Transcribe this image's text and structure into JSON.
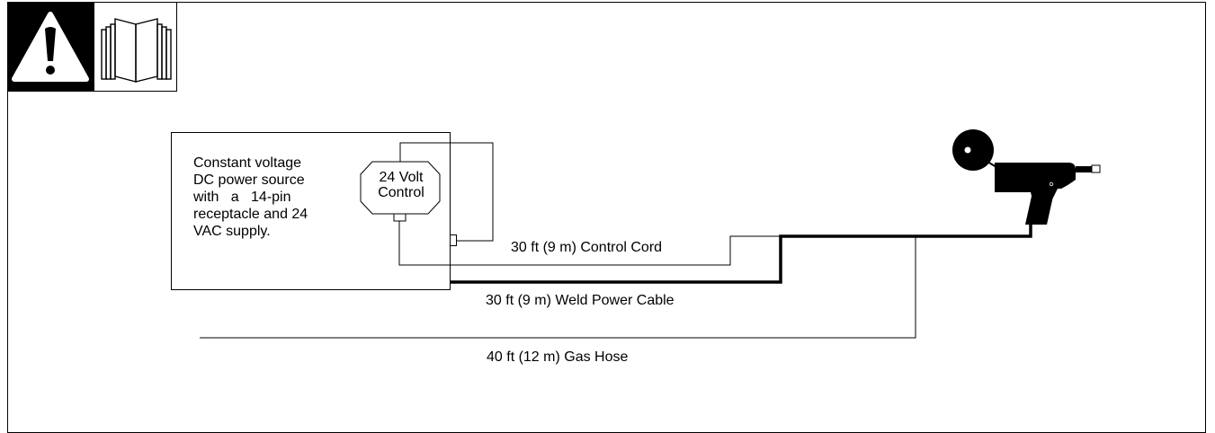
{
  "header": {
    "warning_icon": "exclamation-triangle-icon",
    "manual_icon": "open-book-icon"
  },
  "power_source": {
    "description_lines": [
      "Constant voltage",
      "DC power source",
      "with   a   14-pin",
      "receptacle and 24",
      "VAC supply."
    ],
    "control_label_line1": "24 Volt",
    "control_label_line2": "Control"
  },
  "labels": {
    "control_cord": "30 ft (9 m) Control Cord",
    "weld_cable": "30 ft (9 m) Weld Power Cable",
    "gas_hose": "40 ft (12 m) Gas Hose"
  },
  "gun": {
    "icon": "spool-gun-icon"
  }
}
